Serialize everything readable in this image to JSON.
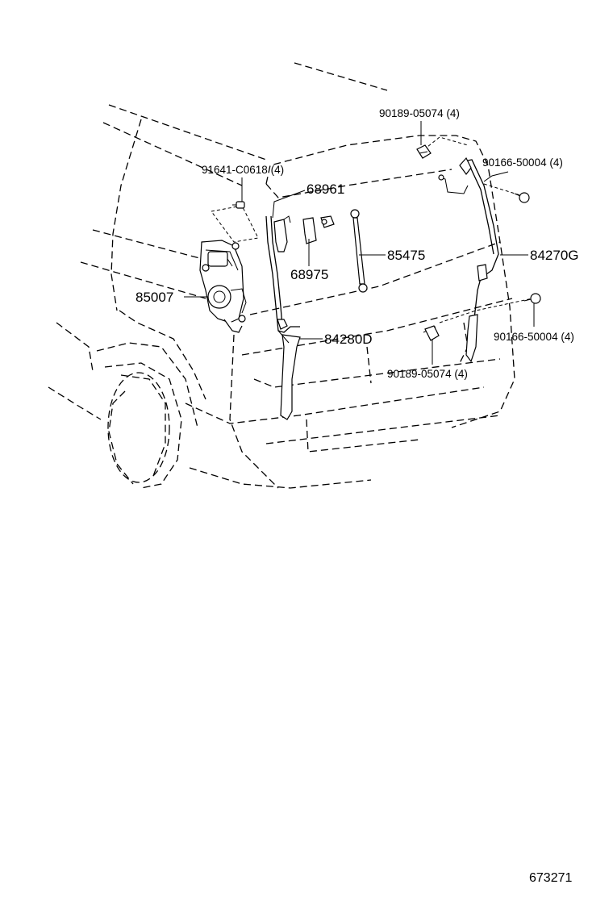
{
  "labels": {
    "bolt_90189_top": "90189-05074 (4)",
    "bolt_91641": "91641-C0618 (4)",
    "screw_90166_top": "90166-50004 (4)",
    "part_68961": "68961",
    "part_85475": "85475",
    "part_84270g": "84270G",
    "part_68975": "68975",
    "part_85007": "85007",
    "part_84280d": "84280D",
    "screw_90166_bottom": "90166-50004 (4)",
    "bolt_90189_bottom": "90189-05074 (4)"
  },
  "catalog_number": "673271"
}
